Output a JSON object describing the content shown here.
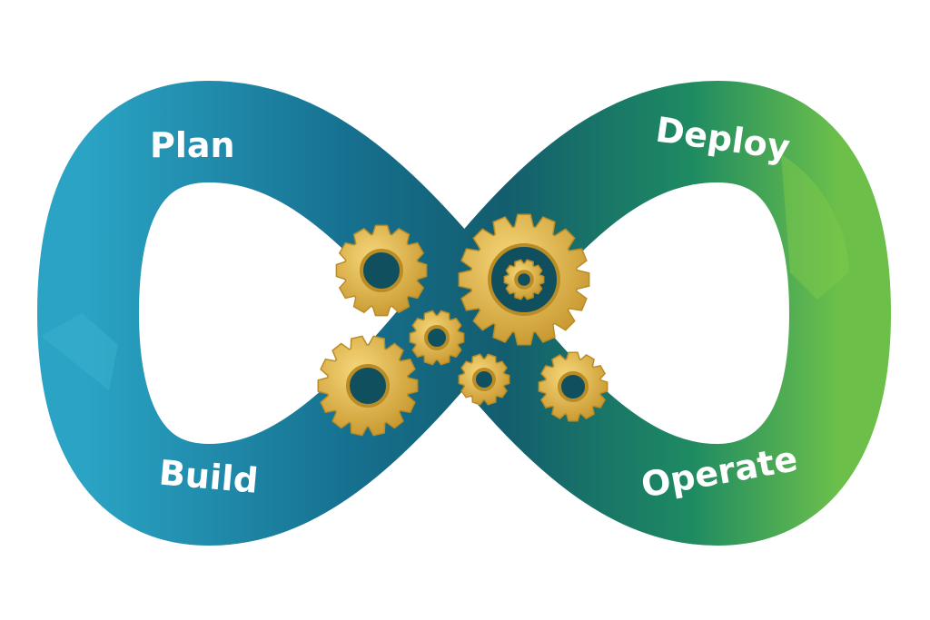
{
  "diagram": {
    "type": "devops-infinity-loop",
    "stages": [
      {
        "label": "Plan"
      },
      {
        "label": "Deploy"
      },
      {
        "label": "Build"
      },
      {
        "label": "Operate"
      }
    ],
    "colors": {
      "left_loop": "#1f8fb0",
      "right_loop": "#2e9a5a",
      "accent_green": "#7cc84a",
      "gear": "#e0b94a",
      "gear_dark": "#b98c25"
    }
  }
}
